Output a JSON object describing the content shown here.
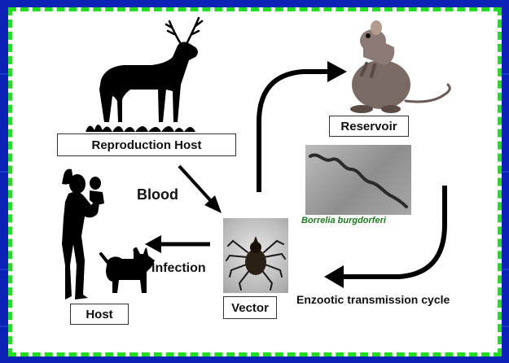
{
  "labels": {
    "reproduction_host": "Reproduction Host",
    "reservoir": "Reservoir",
    "host": "Host",
    "vector": "Vector",
    "blood": "Blood",
    "infection": "Infection",
    "bacterium": "Borrelia burgdorferi",
    "cycle": "Enzootic transmission cycle"
  },
  "colors": {
    "background": "#0a22b8",
    "frame_border": "#22dd22",
    "bacterium_label": "#1f7a1f"
  },
  "icons": [
    "deer-icon",
    "rodent-icon",
    "mother-child-icon",
    "dog-icon",
    "tick-icon",
    "spirochete-icon"
  ]
}
